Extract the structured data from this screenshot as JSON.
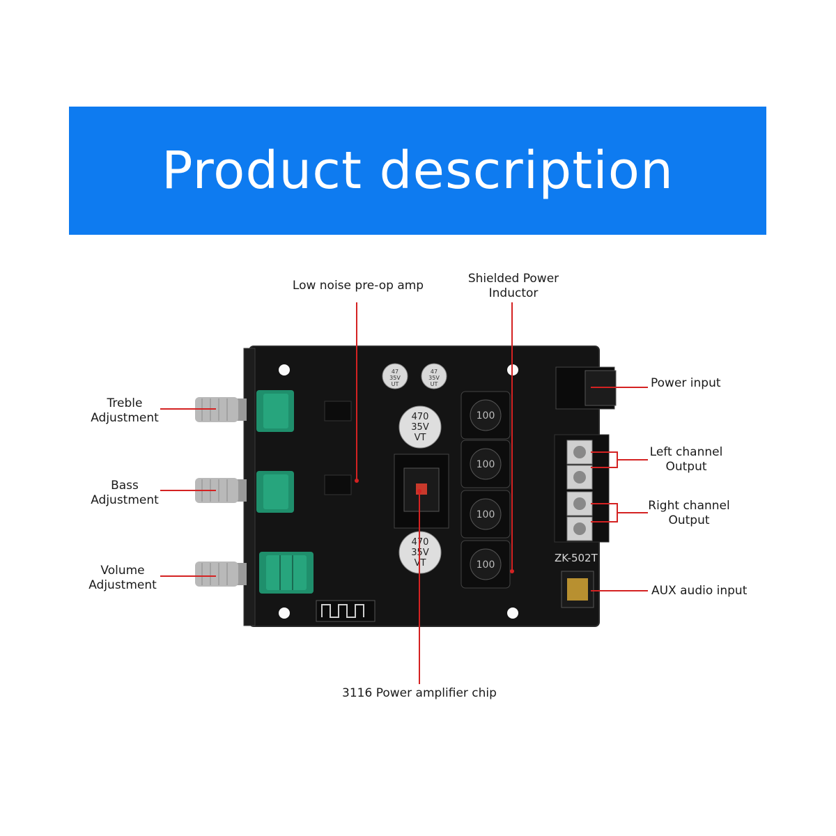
{
  "banner": {
    "title": "Product description",
    "color": "#0e7bf0"
  },
  "colors": {
    "board": "#141414",
    "board_edge": "#2a2a2a",
    "leader_line": "#d42222",
    "pot_green": "#1f8f6c",
    "knob_metal": "#b9b9b9"
  },
  "callouts": {
    "treble": [
      "Treble",
      "Adjustment"
    ],
    "bass": [
      "Bass",
      "Adjustment"
    ],
    "volume": [
      "Volume",
      "Adjustment"
    ],
    "preamp": "Low noise pre-op amp",
    "inductor": [
      "Shielded Power",
      "Inductor"
    ],
    "power_input": "Power input",
    "left_output": [
      "Left channel",
      "Output"
    ],
    "right_output": [
      "Right channel",
      "Output"
    ],
    "aux_input": "AUX audio input",
    "amp_chip": "3116 Power amplifier chip"
  },
  "board_markings": {
    "model": "ZK-502T",
    "cap_large_value": "470",
    "cap_large_voltage": "35V",
    "cap_large_series": "VT",
    "cap_small_value": "47",
    "cap_small_voltage": "35V",
    "cap_small_series": "UT",
    "inductor_code": "100"
  }
}
